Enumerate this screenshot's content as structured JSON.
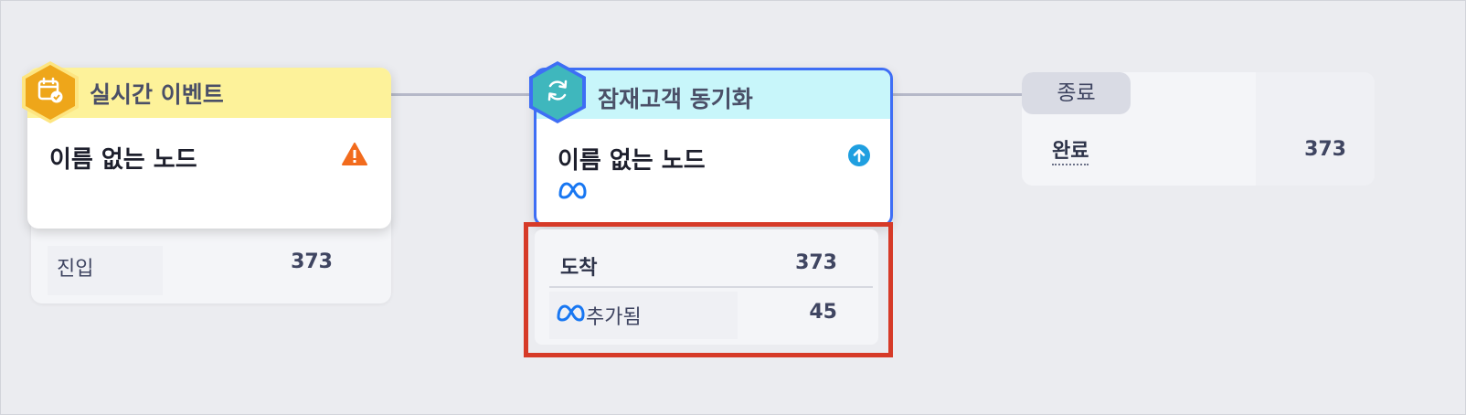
{
  "flow": {
    "event_node": {
      "type_label": "실시간 이벤트",
      "name": "이름 없는 노드",
      "stats": [
        {
          "label": "진입",
          "value": "373"
        }
      ]
    },
    "sync_node": {
      "type_label": "잠재고객 동기화",
      "name": "이름 없는 노드",
      "stats": [
        {
          "label": "도착",
          "value": "373"
        },
        {
          "label": "추가됨",
          "value": "45"
        }
      ]
    },
    "end_node": {
      "tag": "종료",
      "label": "완료",
      "value": "373"
    }
  },
  "icons": {
    "event": "calendar-check-icon",
    "sync": "sync-icon",
    "warning": "warning-icon",
    "upload": "upload-arrow-icon",
    "meta": "meta-logo-icon"
  },
  "colors": {
    "event_header": "#fdf29a",
    "event_hex": "#eea61a",
    "sync_header": "#c8f6fa",
    "sync_hex": "#3fb7bd",
    "selected_border": "#3e6ef5",
    "highlight_box": "#d63a28",
    "warning": "#f26b1d",
    "upload": "#1f9fe0",
    "meta": "#1877f2"
  }
}
